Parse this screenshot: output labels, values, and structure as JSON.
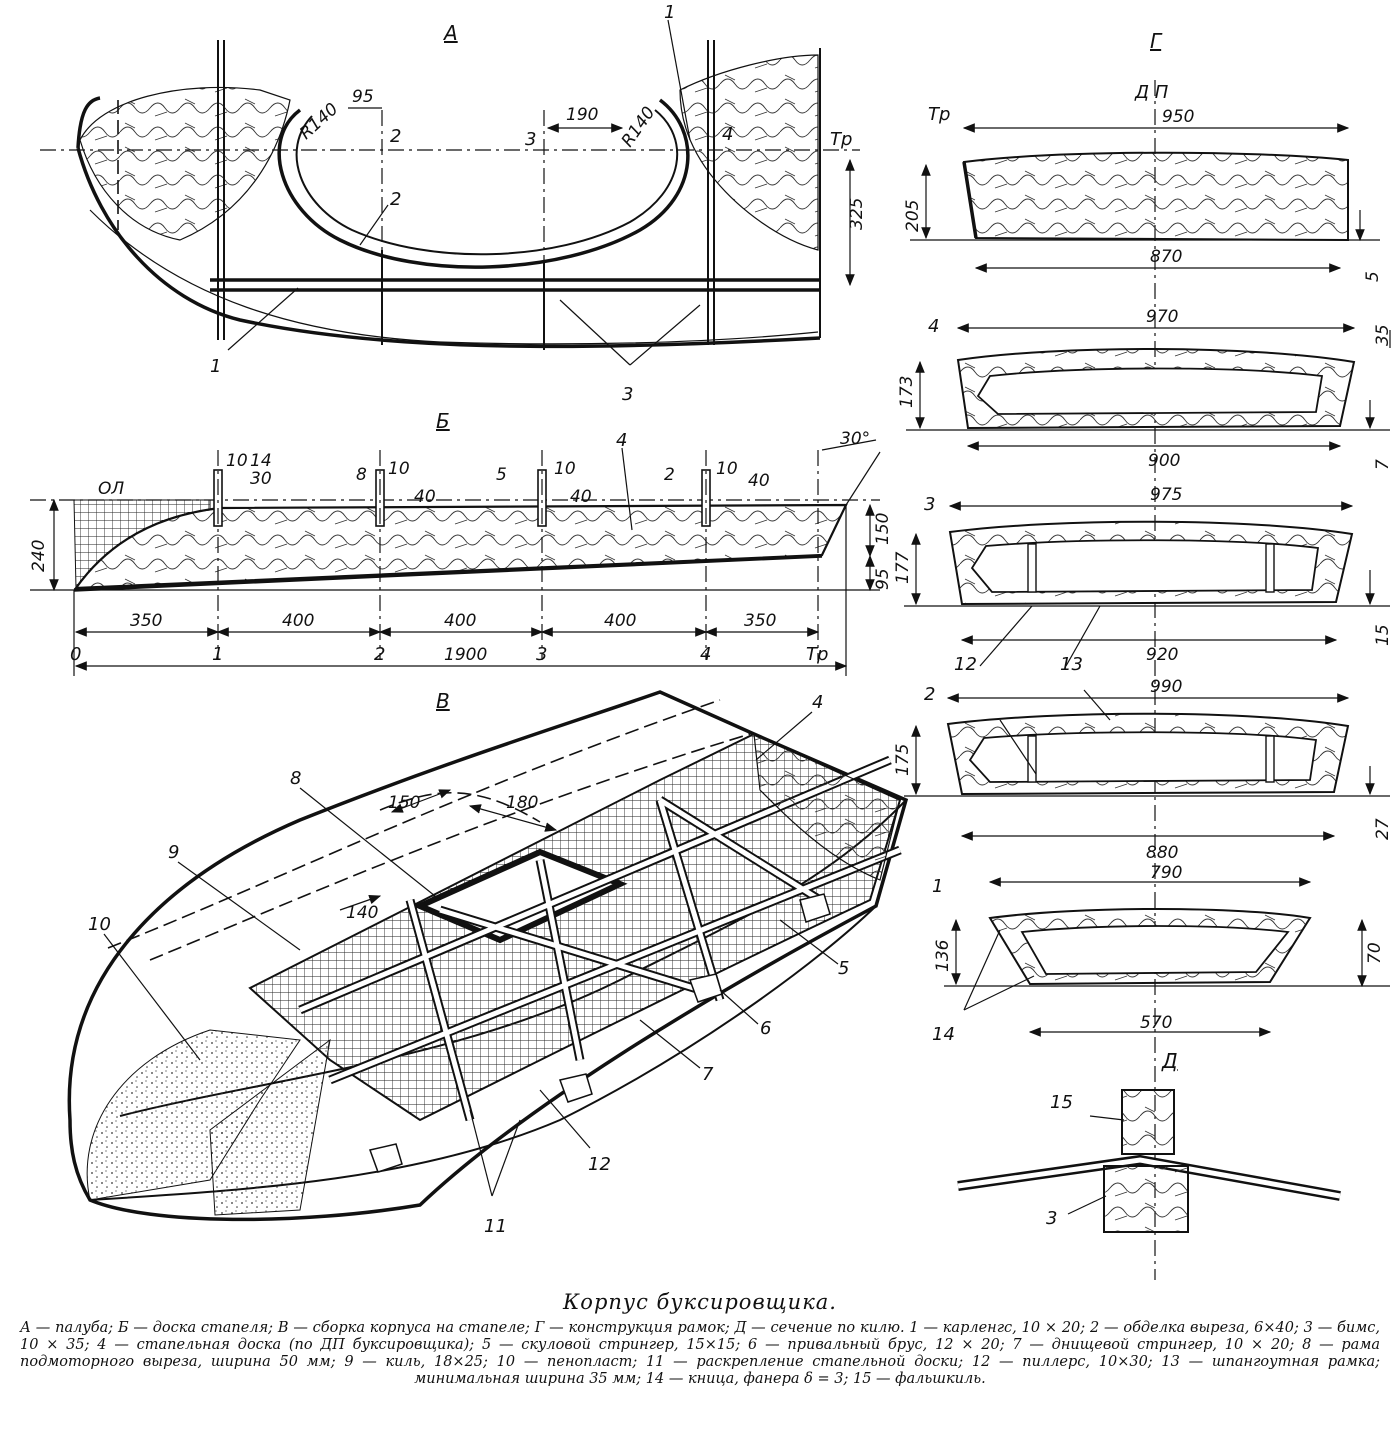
{
  "views": {
    "A": "А",
    "B": "Б",
    "V": "В",
    "G": "Г",
    "D": "Д"
  },
  "view_a": {
    "dims": [
      "95",
      "190",
      "R140",
      "R140",
      "325"
    ],
    "frame_labels": [
      "2",
      "3",
      "4",
      "Тр"
    ],
    "callouts": [
      "1",
      "1",
      "2",
      "3"
    ]
  },
  "view_b": {
    "ol": "ОЛ",
    "angle": "30°",
    "height_total": "240",
    "height_upper": "150",
    "height_lower": "95",
    "slots": [
      {
        "w": "10",
        "top": "14",
        "h": "30"
      },
      {
        "w": "10",
        "top": "8",
        "h": "40"
      },
      {
        "w": "10",
        "top": "5",
        "h": "40"
      },
      {
        "w": "10",
        "top": "2",
        "h": "40"
      }
    ],
    "board_label": "4",
    "spacings": [
      "350",
      "400",
      "400",
      "400",
      "350"
    ],
    "stations": [
      "0",
      "1",
      "2",
      "3",
      "4",
      "Тр"
    ],
    "total": "1900"
  },
  "view_v": {
    "dims": [
      "150",
      "180",
      "140"
    ],
    "callouts": [
      "4",
      "8",
      "9",
      "10",
      "5",
      "6",
      "7",
      "12",
      "11"
    ]
  },
  "view_g": {
    "dp": "Д П",
    "sections": [
      {
        "name": "Тр",
        "top": "950",
        "bottom": "870",
        "height": "205",
        "side": "5"
      },
      {
        "name": "4",
        "top": "970",
        "bottom": "900",
        "height": "173",
        "side_top": "35",
        "side": "7"
      },
      {
        "name": "3",
        "top": "975",
        "bottom": "920",
        "height": "177",
        "side": "15"
      },
      {
        "name": "2",
        "top": "990",
        "bottom": "880",
        "height": "175",
        "side": "27"
      },
      {
        "name": "1",
        "top": "790",
        "bottom": "570",
        "height": "136",
        "side": "70"
      }
    ],
    "callouts": [
      "12",
      "13",
      "14"
    ]
  },
  "view_d": {
    "callouts": [
      "15",
      "3"
    ]
  },
  "caption": {
    "title": "Корпус буксировщика.",
    "body": "А — палуба; Б — доска стапеля; В — сборка корпуса на стапеле; Г — конструкция рамок; Д — сечение по килю. 1 — карленгс, 10 × 20; 2 — обделка выреза, 6×40; 3 — бимс, 10 × 35; 4 — стапельная доска (по ДП буксировщика); 5 — скуловой стрингер, 15×15; 6 — привальный брус, 12 × 20; 7 — днищевой стрингер, 10 × 20; 8 — рама подмоторного выреза, ширина 50 мм; 9 — киль, 18×25; 10 — пенопласт; 11 — раскрепление стапельной доски; 12 — пиллерс, 10×30; 13 — шпангоутная рамка; минимальная ширина 35 мм; 14 — кница, фанера δ = 3; 15 — фальшкиль."
  }
}
